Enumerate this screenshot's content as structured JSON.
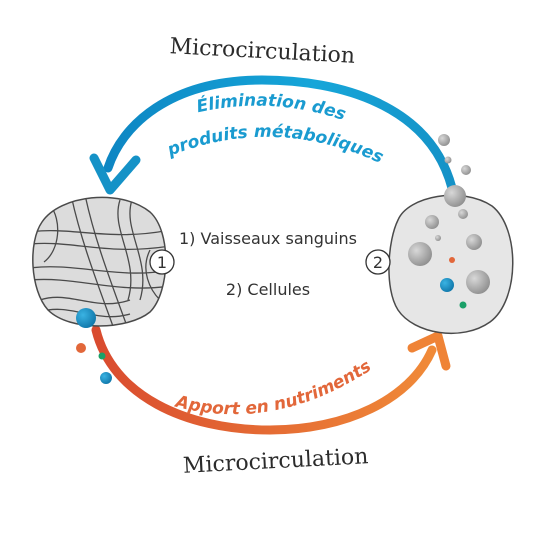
{
  "top_arc": {
    "title": "Microcirculation",
    "label_line1": "Élimination des",
    "label_line2": "produits métaboliques",
    "color": "#1a9bd0"
  },
  "bottom_arc": {
    "title": "Microcirculation",
    "label": "Apport en nutriments",
    "color": "#e2673a"
  },
  "legend": {
    "item1": "1) Vaisseaux sanguins",
    "item2": "2) Cellules"
  },
  "markers": {
    "vessels": "1",
    "cells": "2"
  },
  "colors": {
    "circle_fill": "#e3e3e3",
    "circle_stroke": "#555555",
    "particle_grey": "#9d9d9d",
    "particle_blue": "#1a8fc0",
    "particle_orange": "#e2673a",
    "particle_green": "#1aa068"
  },
  "icons": {
    "top_arrow": "arrow-head-left-down",
    "bottom_arrow": "arrow-head-right-up"
  }
}
